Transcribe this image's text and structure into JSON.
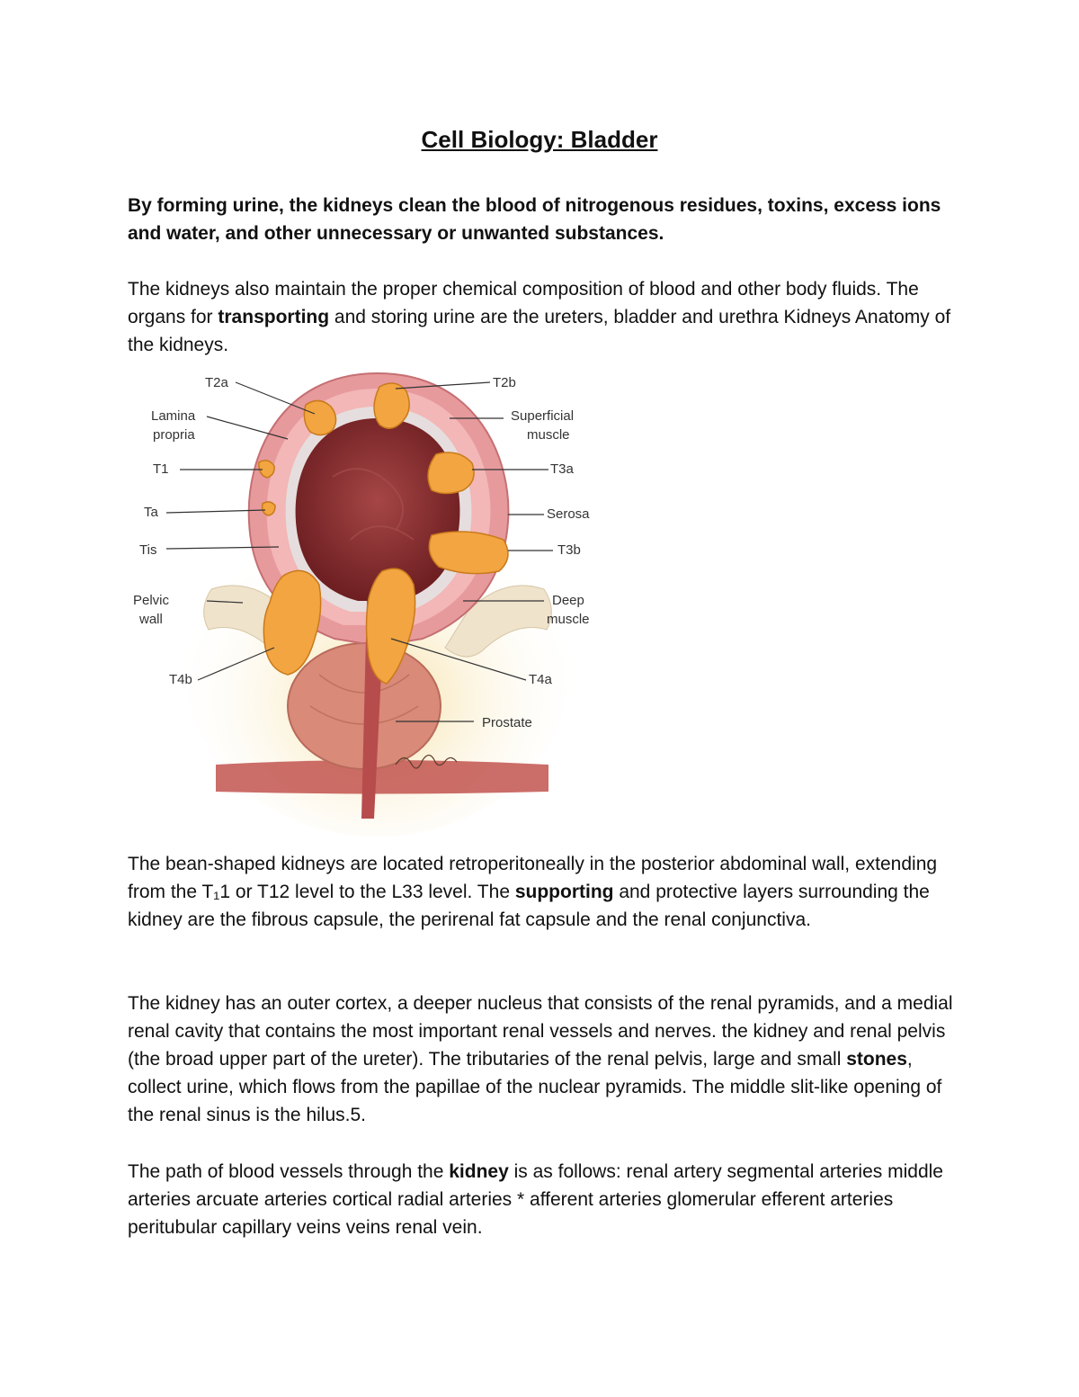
{
  "document": {
    "title": "Cell Biology: Bladder",
    "intro_bold": "By forming urine, the kidneys clean the blood of nitrogenous residues, toxins, excess ions and water, and other unnecessary or unwanted substances.",
    "paragraph1": {
      "part1": "The kidneys also maintain the proper chemical composition of blood and other body fluids. The organs for ",
      "bold": "transporting",
      "part2": " and storing urine are the ureters, bladder and urethra Kidneys Anatomy of the kidneys."
    },
    "paragraph2": {
      "part1": "The bean-shaped kidneys are located retroperitoneally in the posterior abdominal wall, extending from the  T₁1 or T12 level to the L33 level. The ",
      "bold": "supporting",
      "part2": " and protective layers surrounding the kidney are the fibrous capsule, the perirenal fat capsule and the renal conjunctiva."
    },
    "paragraph3": {
      "part1": "The kidney has an outer cortex, a deeper nucleus that consists of the renal pyramids, and a medial renal cavity that contains the most important renal vessels and nerves. the kidney and  renal pelvis (the broad upper part of the ureter). The tributaries of the renal pelvis, large and small ",
      "bold": "stones",
      "part2": ", collect urine, which flows from the papillae of the nuclear pyramids. The middle slit-like opening of the renal sinus is the hilus.5."
    },
    "paragraph4": {
      "part1": "The path of blood vessels through the ",
      "bold": "kidney",
      "part2": " is as follows: renal artery segmental arteries middle arteries arcuate arteries cortical radial arteries * afferent arteries glomerular efferent arteries peritubular capillary veins  veins renal vein."
    }
  },
  "figure": {
    "labels": {
      "t2a": "T2a",
      "t2b": "T2b",
      "lamina_line1": "Lamina",
      "lamina_line2": "propria",
      "superficial_line1": "Superficial",
      "superficial_line2": "muscle",
      "t1": "T1",
      "t3a": "T3a",
      "ta": "Ta",
      "serosa": "Serosa",
      "tis": "Tis",
      "t3b": "T3b",
      "pelvic_line1": "Pelvic",
      "pelvic_line2": "wall",
      "deep_line1": "Deep",
      "deep_line2": "muscle",
      "t4b": "T4b",
      "t4a": "T4a",
      "prostate": "Prostate"
    },
    "colors": {
      "outer_wall": "#e79a9c",
      "muscle_ring": "#f2b7b6",
      "lamina": "#e6dede",
      "lumen": "#8e2f2f",
      "tumor": "#f2a540",
      "bone": "#efe3cc",
      "prostate": "#d98a78",
      "fat": "#f7e7b5"
    }
  }
}
